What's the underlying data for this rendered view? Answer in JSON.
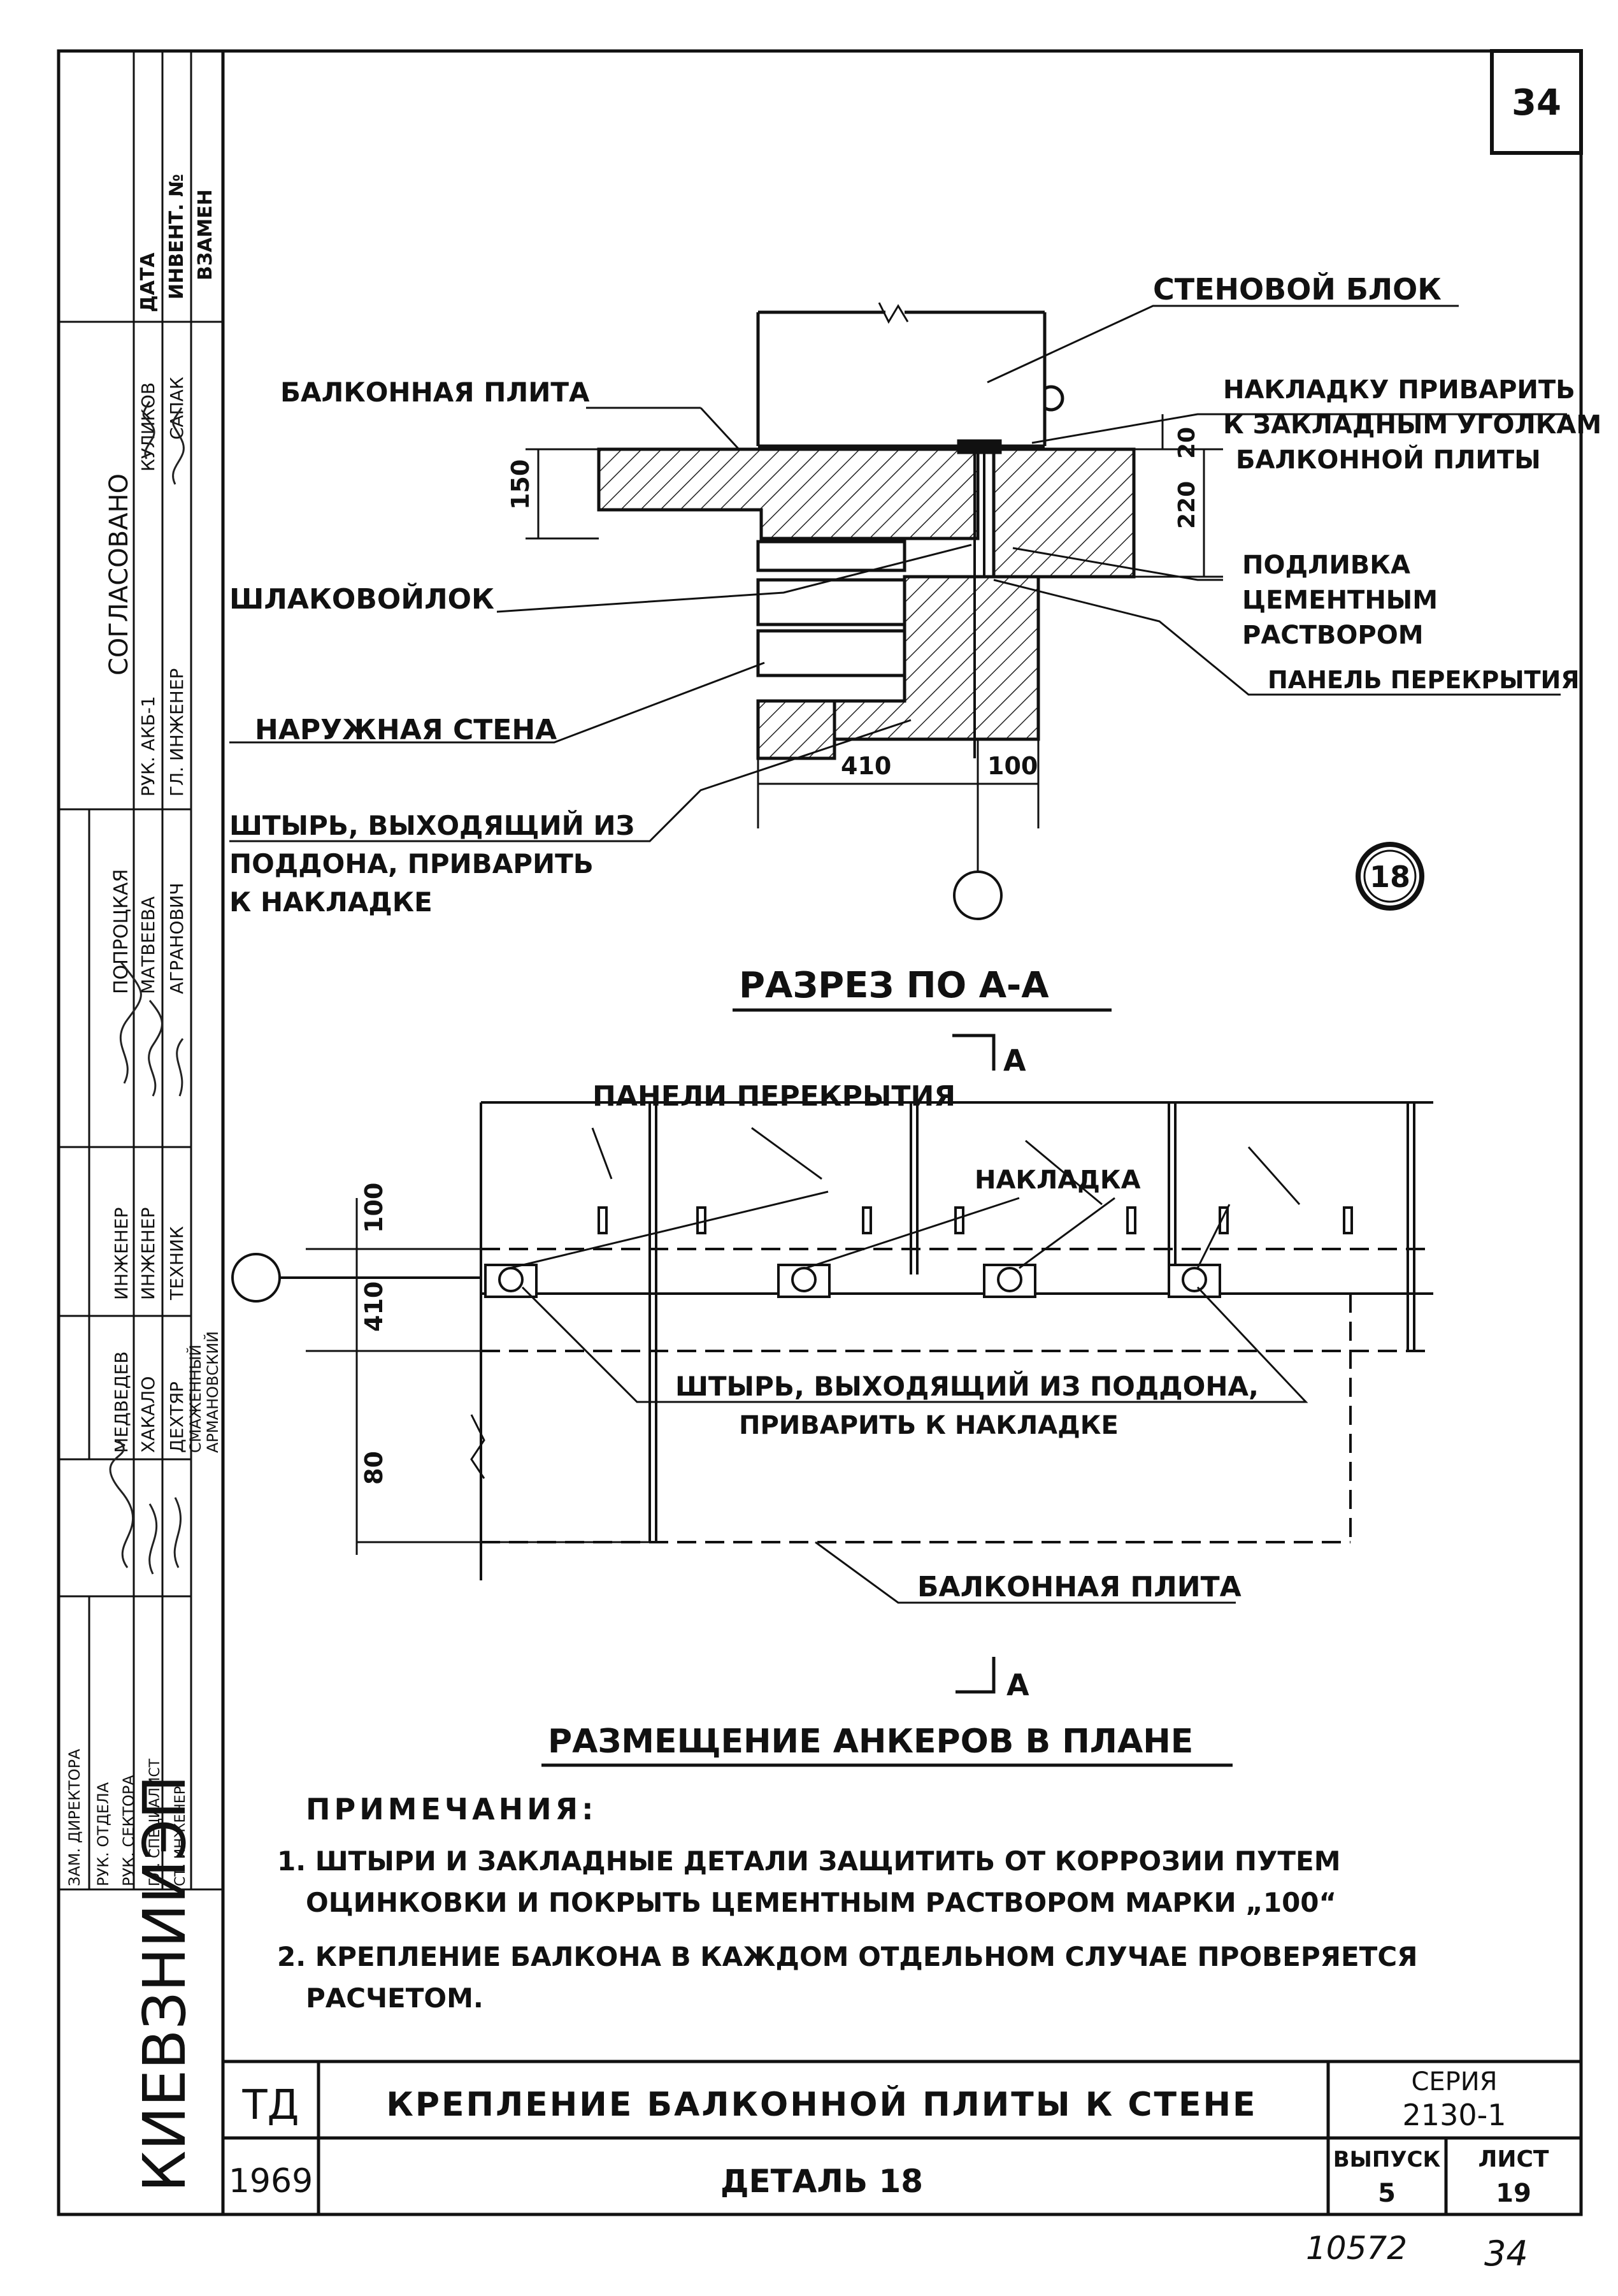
{
  "sheet_number": "34",
  "margin_stamp": {
    "top_labels": [
      "ДАТА",
      "ИНВЕНТ. №",
      "ВЗАМЕН"
    ],
    "agreed": {
      "title": "СОГЛАСОВАНО",
      "roles": [
        "РУК. АКБ-1",
        "ГЛ. ИНЖЕНЕР"
      ],
      "names": [
        "КУЛИКОВ",
        "САПАК"
      ]
    },
    "checked": {
      "title": "ПОПРОЦКАЯ",
      "names": [
        "МАТВЕЕВА",
        "АГРАНОВИЧ"
      ]
    },
    "engineers": [
      "ИНЖЕНЕР",
      "ИНЖЕНЕР",
      "ТЕХНИК"
    ],
    "staff_names": [
      "МЕДВЕДЕВ",
      "ХАКАЛО",
      "ДЕХТЯР",
      "СМАЖЕННЫЙ",
      "АРМАНОВСКИЙ"
    ],
    "positions": [
      "ЗАМ. ДИРЕКТОРА",
      "РУК. ОТДЕЛА",
      "РУК. СЕКТОРА",
      "ГЛ. СПЕЦИАЛИСТ",
      "СТ. ИНЖЕНЕР"
    ],
    "institute": "КИЕВЗНИИЭП"
  },
  "section": {
    "title": "РАЗРЕЗ ПО А-А",
    "labels": {
      "wall_block": "СТЕНОВОЙ БЛОК",
      "balcony_slab": "БАЛКОННАЯ ПЛИТА",
      "plate_weld_1": "НАКЛАДКУ ПРИВАРИТЬ",
      "plate_weld_2": "К ЗАКЛАДНЫМ УГОЛКАМ",
      "plate_weld_3": "БАЛКОННОЙ ПЛИТЫ",
      "slag_wool": "ШЛАКОВОЙЛОК",
      "grout_1": "ПОДЛИВКА",
      "grout_2": "ЦЕМЕНТНЫМ",
      "grout_3": "РАСТВОРОМ",
      "floor_panel": "ПАНЕЛЬ ПЕРЕКРЫТИЯ",
      "outer_wall": "НАРУЖНАЯ СТЕНА",
      "pin_1": "ШТЫРЬ, ВЫХОДЯЩИЙ ИЗ",
      "pin_2": "ПОДДОНА, ПРИВАРИТЬ",
      "pin_3": "К НАКЛАДКЕ"
    },
    "dims": {
      "d150": "150",
      "d20": "20",
      "d220": "220",
      "d410": "410",
      "d100": "100"
    },
    "detail_number": "18"
  },
  "plan": {
    "title": "РАЗМЕЩЕНИЕ АНКЕРОВ В ПЛАНЕ",
    "section_mark": "А",
    "labels": {
      "floor_panels": "ПАНЕЛИ ПЕРЕКРЫТИЯ",
      "plate": "НАКЛАДКА",
      "pin_1": "ШТЫРЬ, ВЫХОДЯЩИЙ ИЗ ПОДДОНА,",
      "pin_2": "ПРИВАРИТЬ К НАКЛАДКЕ",
      "balcony_slab": "БАЛКОННАЯ ПЛИТА"
    },
    "dims": {
      "d100": "100",
      "d410": "410",
      "d80": "80"
    }
  },
  "notes": {
    "heading": "ПРИМЕЧАНИЯ:",
    "items": [
      "1. ШТЫРИ И ЗАКЛАДНЫЕ ДЕТАЛИ ЗАЩИТИТЬ ОТ КОРРОЗИИ ПУТЕМ",
      "ОЦИНКОВКИ И ПОКРЫТЬ ЦЕМЕНТНЫМ РАСТВОРОМ МАРКИ „100“",
      "2. КРЕПЛЕНИЕ БАЛКОНА В КАЖДОМ ОТДЕЛЬНОМ СЛУЧАЕ ПРОВЕРЯЕТСЯ",
      "РАСЧЕТОМ."
    ]
  },
  "title_block": {
    "code": "ТД",
    "year": "1969",
    "title": "КРЕПЛЕНИЕ БАЛКОННОЙ ПЛИТЫ К СТЕНЕ",
    "subtitle": "ДЕТАЛЬ 18",
    "series_label": "СЕРИЯ",
    "series_value": "2130-1",
    "issue_label": "ВЫПУСК",
    "issue_value": "5",
    "sheet_label": "ЛИСТ",
    "sheet_value": "19"
  },
  "footer": {
    "inventory": "10572",
    "page": "34"
  }
}
